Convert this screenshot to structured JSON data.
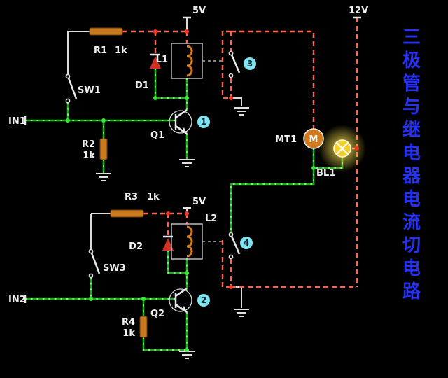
{
  "title": {
    "text": "三极管与继电器电流切电路",
    "chars": [
      "三",
      "极",
      "管",
      "与",
      "继",
      "电",
      "器",
      "电",
      "流",
      "切",
      "电",
      "路"
    ]
  },
  "power": {
    "rail5_top": "5V",
    "rail5_bottom": "5V",
    "rail12": "12V"
  },
  "inputs": {
    "in1": "IN1",
    "in2": "IN2"
  },
  "labels": {
    "r1_ref": "R1",
    "r1_val": "1k",
    "r2_ref": "R2",
    "r2_val": "1k",
    "r3_ref": "R3",
    "r3_val": "1k",
    "r4_ref": "R4",
    "r4_val": "1k",
    "d1": "D1",
    "d2": "D2",
    "l1": "L1",
    "l2": "L2",
    "sw1": "SW1",
    "sw3": "SW3",
    "q1": "Q1",
    "q2": "Q2",
    "mt1": "MT1",
    "bl1": "BL1",
    "motor_letter": "M"
  },
  "badges": {
    "q1": "1",
    "q2": "2",
    "contact1": "3",
    "contact2": "4"
  },
  "colors": {
    "background": "#000000",
    "wire_green": "#12b412",
    "wire_red": "#ff6450",
    "wire_neutral": "#dcdcdc",
    "component_orange": "#c87a20",
    "coil_orange": "#d2781e",
    "diode_red": "#d03020",
    "badge_cyan": "#7fe3f0",
    "title_blue": "#2531f5",
    "lamp_yellow": "#f2cf2a"
  }
}
